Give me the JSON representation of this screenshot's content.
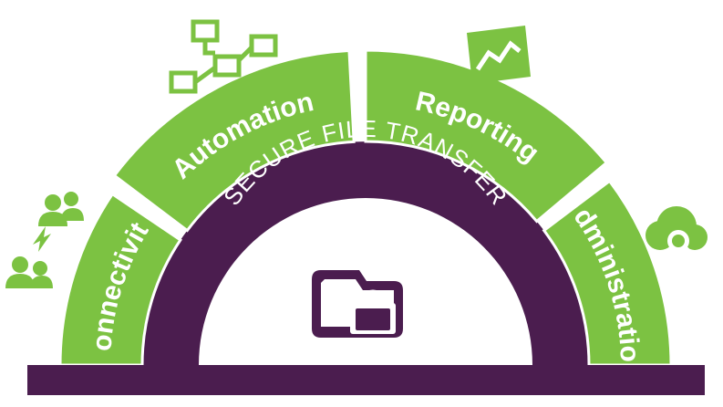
{
  "diagram": {
    "center_label": "SECURE FILE TRANSFER",
    "segments": [
      {
        "label": "Connectivity",
        "icon": "users-exchange-icon"
      },
      {
        "label": "Automation",
        "icon": "workflow-icon"
      },
      {
        "label": "Reporting",
        "icon": "chart-report-icon"
      },
      {
        "label": "Administration",
        "icon": "cloud-search-icon"
      }
    ],
    "center_icon": "locked-folder-icon",
    "colors": {
      "green": "#7cc242",
      "green_dark": "#5c9a2c",
      "purple": "#4b1d4f",
      "white": "#ffffff"
    }
  }
}
